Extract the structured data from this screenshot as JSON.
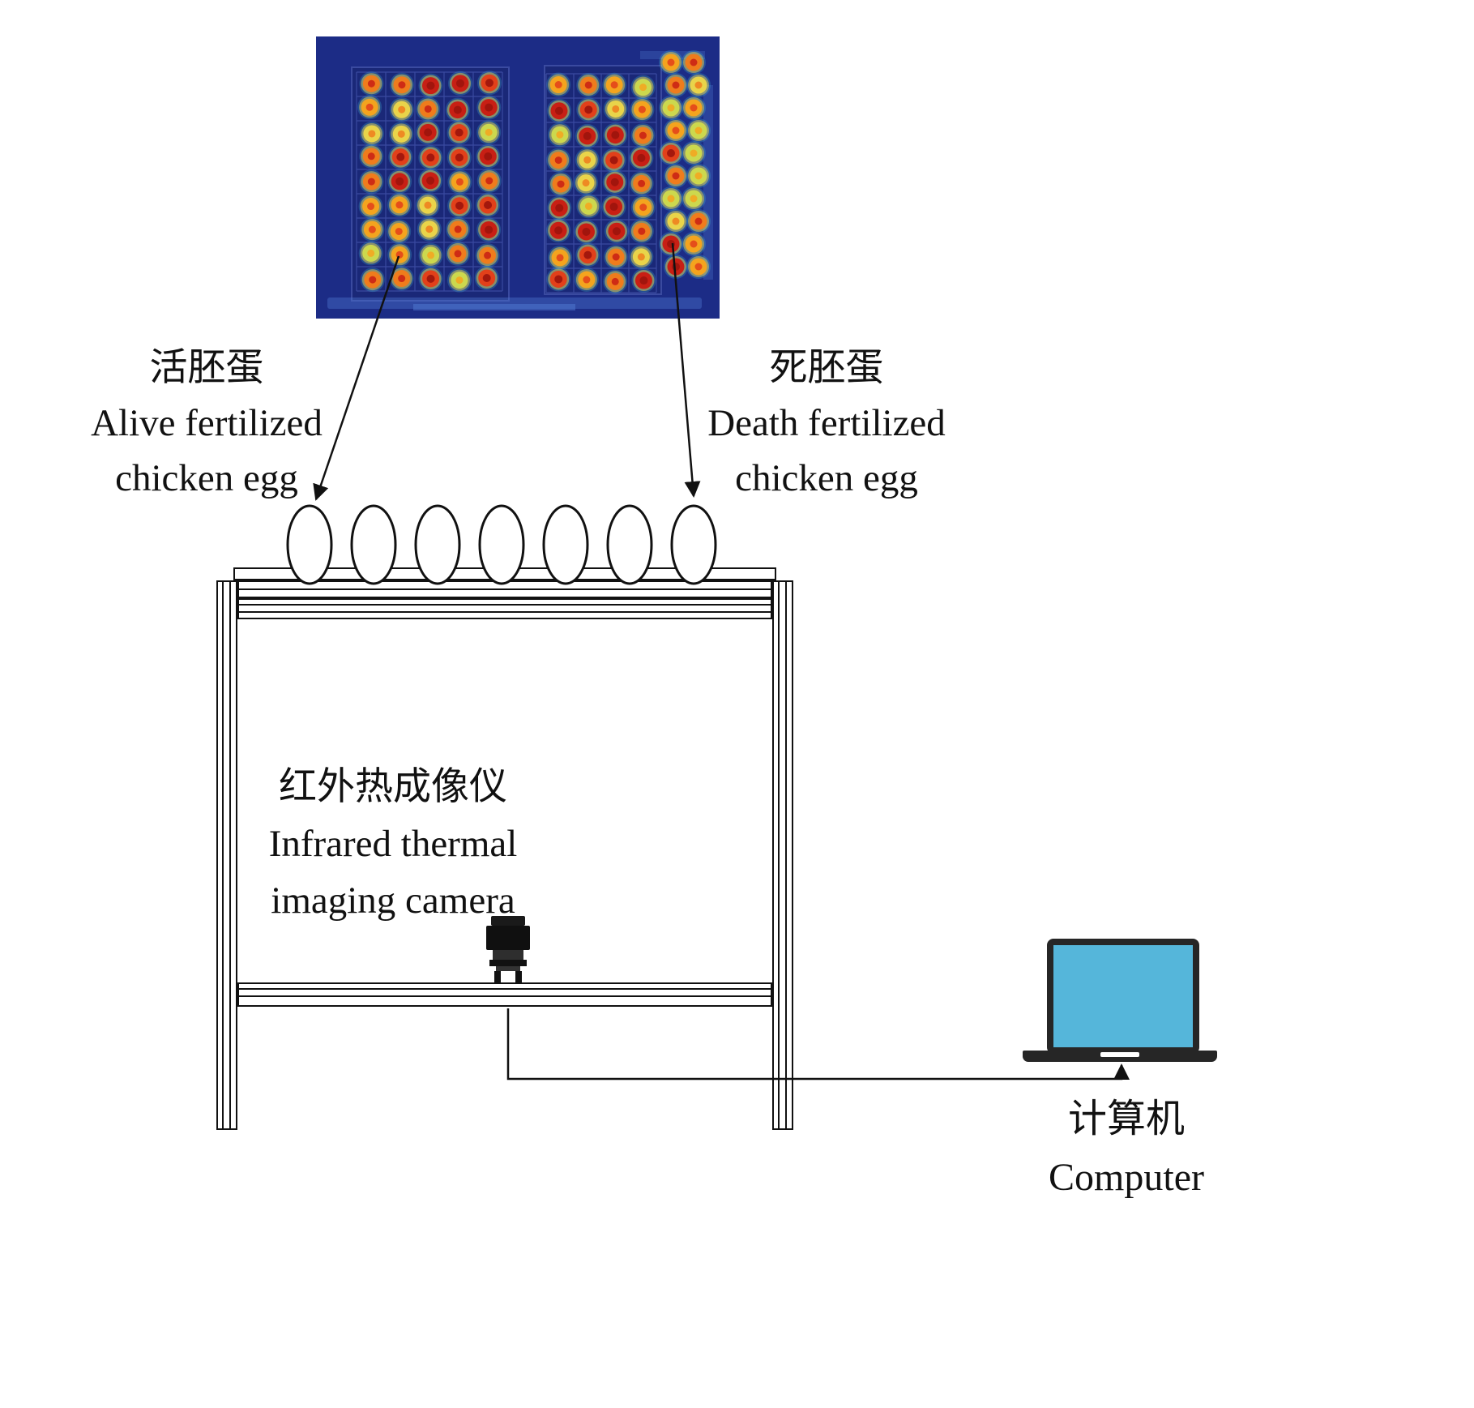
{
  "labels": {
    "alive": {
      "zh": "活胚蛋",
      "en_line1": "Alive fertilized",
      "en_line2": "chicken egg"
    },
    "dead": {
      "zh": "死胚蛋",
      "en_line1": "Death fertilized",
      "en_line2": "chicken egg"
    },
    "camera": {
      "zh": "红外热成像仪",
      "en_line1": "Infrared thermal",
      "en_line2": "imaging camera"
    },
    "computer": {
      "zh": "计算机",
      "en": "Computer"
    }
  },
  "thermal_image": {
    "description": "infrared thermal image of two trays of fertilized chicken eggs",
    "background_color": "#1c2c86",
    "tray_fill_color": "#1a2878",
    "tray_grid_color": "#3a4aa0",
    "cool_accent_color": "#4f79d2",
    "cyan_ring_color": "#3fb0cf",
    "egg_palette": [
      "#c81f14",
      "#e2401a",
      "#ef7c1c",
      "#f4a41e",
      "#e9d44a",
      "#ccd84e"
    ],
    "hot_core_color": "#9c140c"
  },
  "scene": {
    "egg_fill_color": "#ffffff",
    "outline_color": "#111111",
    "laptop_screen_color": "#55b6da",
    "laptop_body_color": "#262626"
  }
}
